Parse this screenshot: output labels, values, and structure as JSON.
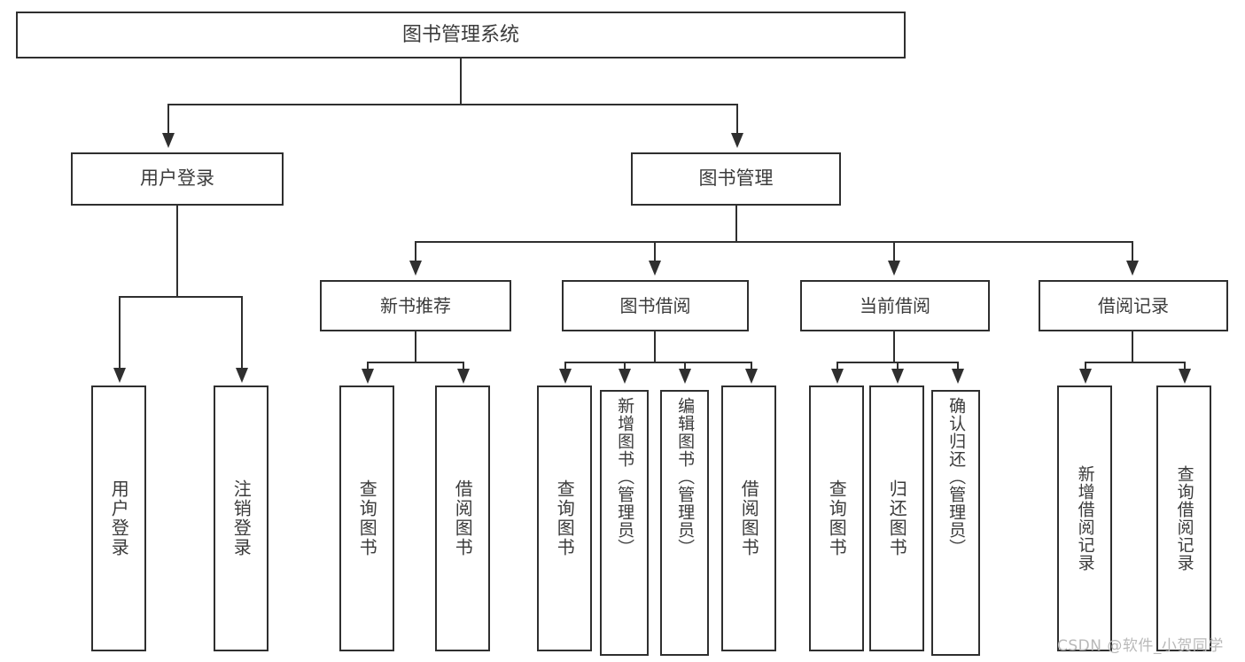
{
  "diagram": {
    "type": "tree",
    "title": "图书管理系统",
    "root": {
      "label": "图书管理系统"
    },
    "level1": [
      {
        "label": "用户登录"
      },
      {
        "label": "图书管理"
      }
    ],
    "level2": [
      {
        "label": "新书推荐"
      },
      {
        "label": "图书借阅"
      },
      {
        "label": "当前借阅"
      },
      {
        "label": "借阅记录"
      }
    ],
    "leaves": {
      "user_login": [
        {
          "label": "用户登录"
        },
        {
          "label": "注销登录"
        }
      ],
      "new_book_recommend": [
        {
          "label": "查询图书"
        },
        {
          "label": "借阅图书"
        }
      ],
      "book_borrow": [
        {
          "label": "查询图书"
        },
        {
          "label": "新增图书（管理员）"
        },
        {
          "label": "编辑图书（管理员）"
        },
        {
          "label": "借阅图书"
        }
      ],
      "current_borrow": [
        {
          "label": "查询图书"
        },
        {
          "label": "归还图书"
        },
        {
          "label": "确认归还（管理员）"
        }
      ],
      "borrow_record": [
        {
          "label": "新增借阅记录"
        },
        {
          "label": "查询借阅记录"
        }
      ]
    }
  },
  "watermark": {
    "text": "CSDN @软件_小贺同学"
  },
  "colors": {
    "stroke": "#2f2f2f",
    "text": "#3b3b3b",
    "background": "#ffffff",
    "watermark": "#b9b9b9"
  }
}
